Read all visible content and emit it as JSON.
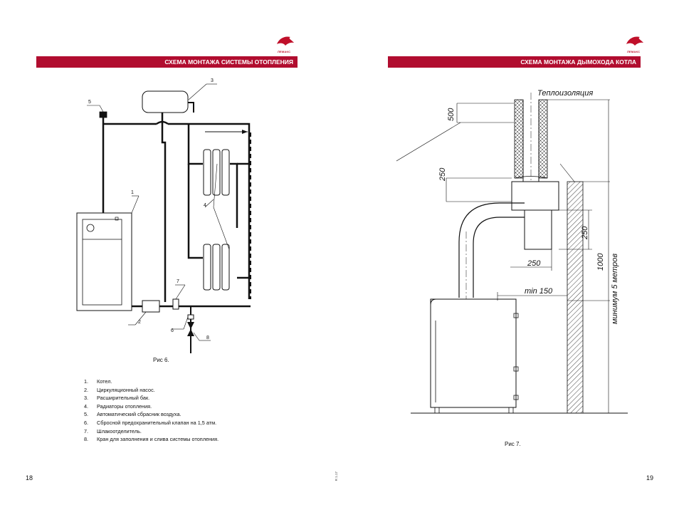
{
  "brand": {
    "name": "ЛЕМАКС",
    "color": "#b10d2f"
  },
  "left_page": {
    "banner": "СХЕМА МОНТАЖА СИСТЕМЫ ОТОПЛЕНИЯ",
    "figure_caption": "Рис 6.",
    "callouts": [
      "1",
      "2",
      "3",
      "4",
      "5",
      "6",
      "7",
      "8"
    ],
    "legend": [
      {
        "num": "1.",
        "text": "Котел."
      },
      {
        "num": "2.",
        "text": "Циркуляционный насос."
      },
      {
        "num": "3.",
        "text": "Расширительный бак."
      },
      {
        "num": "4.",
        "text": "Радиаторы отопления."
      },
      {
        "num": "5.",
        "text": "Автоматический сбрасник воздуха."
      },
      {
        "num": "6.",
        "text": "Сбросной предохранительный клапан на 1,5 атм."
      },
      {
        "num": "7.",
        "text": "Шлакоотделитель."
      },
      {
        "num": "8.",
        "text": "Кран для заполнения и слива системы отопления."
      }
    ],
    "page_number": "18"
  },
  "right_page": {
    "banner": "СХЕМА МОНТАЖА ДЫМОХОДА КОТЛА",
    "figure_caption": "Рис 7.",
    "dimensions": {
      "insulation": "Теплоизоляция",
      "d500": "500",
      "d250_top": "250",
      "d250_right": "250",
      "d250_bottom": "250",
      "d1000": "1000",
      "min150": "min 150",
      "min5m": "минимум 5 метров"
    },
    "page_number": "19"
  },
  "gutter_code": "R 1.17"
}
